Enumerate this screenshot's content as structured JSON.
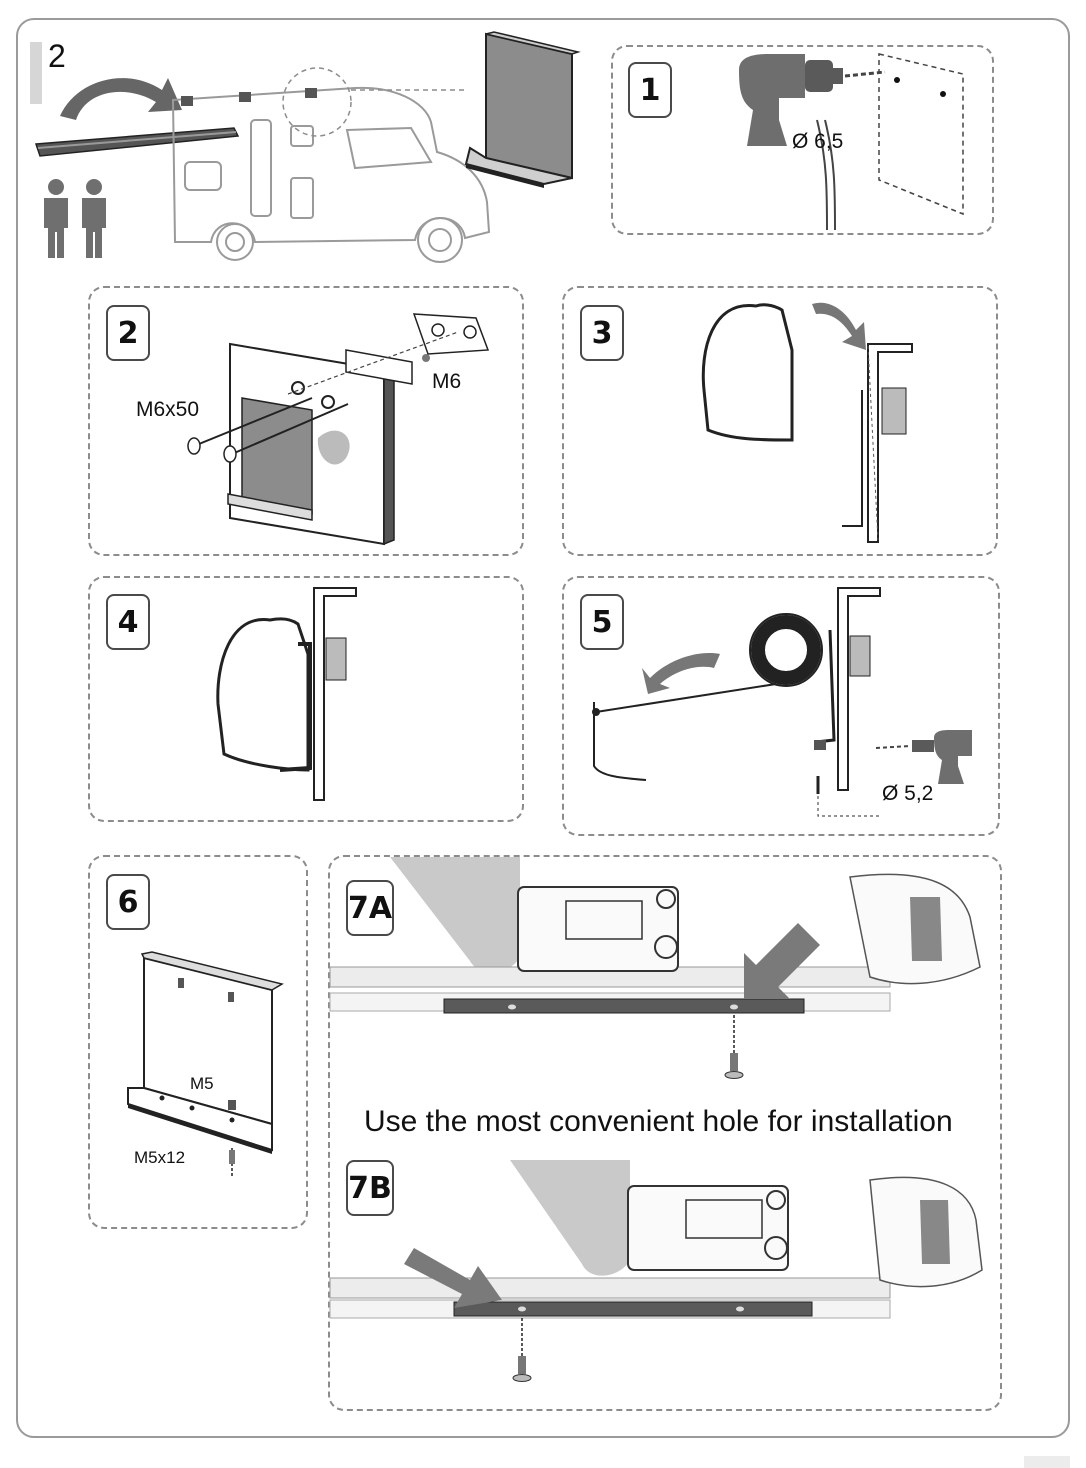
{
  "page": {
    "step_number": "2"
  },
  "panels": {
    "p1": {
      "badge": "1",
      "drill_label": "Ø 6,5"
    },
    "p2": {
      "badge": "2",
      "bolt_label": "M6x50",
      "nut_label": "M6"
    },
    "p3": {
      "badge": "3"
    },
    "p4": {
      "badge": "4"
    },
    "p5": {
      "badge": "5",
      "drill_label": "Ø 5,2"
    },
    "p6": {
      "badge": "6",
      "nut_label": "M5",
      "screw_label": "M5x12"
    },
    "p7": {
      "badge_a": "7A",
      "badge_b": "7B",
      "note": "Use the most convenient hole for installation"
    }
  },
  "icons": [
    "people-icon",
    "curved-arrow-icon",
    "drill-icon",
    "awning-icon",
    "camper-van-icon",
    "bracket-icon",
    "screw-icon"
  ],
  "colors": {
    "line": "#1a1a1a",
    "fill_gray": "#8c8c8c",
    "dark_gray": "#4d4d4d",
    "light_gray": "#d9d9d9",
    "frame": "#9a9a9a"
  }
}
